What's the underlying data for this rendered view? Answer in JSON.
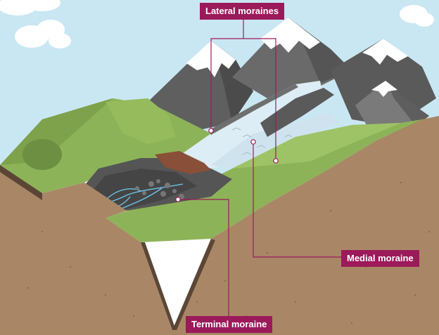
{
  "labels": {
    "lateral": "Lateral moraines",
    "medial": "Medial moraine",
    "terminal": "Terminal moraine"
  },
  "colors": {
    "sky": "#c9e7f3",
    "label_bg": "#9b1a5a",
    "label_text": "#ffffff",
    "leader_line": "#9b1a5a",
    "grass": "#8db359",
    "grass_dark": "#6f9440",
    "soil": "#a98766",
    "soil_dark": "#5b4636",
    "rock": "#6b6b6b",
    "rock_dark": "#4a4a4a",
    "snow": "#ffffff",
    "ice": "#dcedf5",
    "meltwater": "#6cc3e8",
    "debris": "#8a4f38"
  }
}
